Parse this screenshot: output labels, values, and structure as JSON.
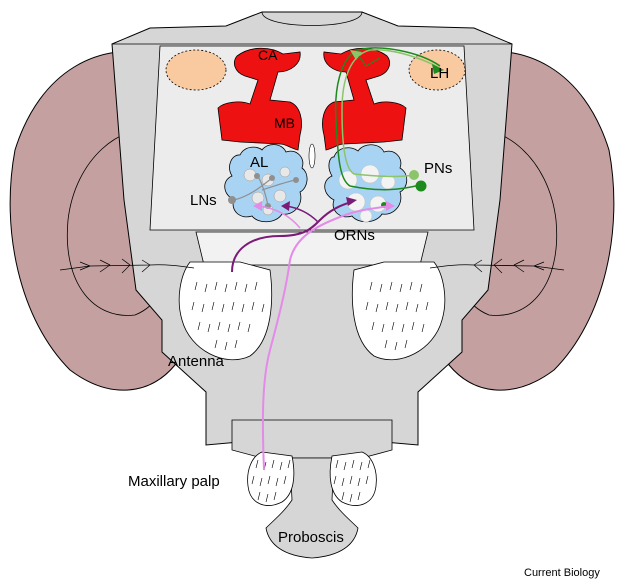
{
  "labels": {
    "ca": "CA",
    "lh": "LH",
    "mb": "MB",
    "al": "AL",
    "pns": "PNs",
    "lns": "LNs",
    "orns": "ORNs",
    "antenna": "Antenna",
    "maxillary_palp": "Maxillary palp",
    "proboscis": "Proboscis"
  },
  "credit": "Current Biology",
  "colors": {
    "eye": "#c4a0a0",
    "head": "#d6d6d6",
    "brain": "#ececec",
    "mushroom_body": "#ee1111",
    "lateral_horn": "#f9c9a0",
    "antennal_lobe": "#a9d3f3",
    "orn_axon": "#7a1b78",
    "orn_palp": "#e48ae8",
    "pn_light": "#8cc46a",
    "pn_dark": "#1d8a1d",
    "ln": "#9a9a9a"
  }
}
